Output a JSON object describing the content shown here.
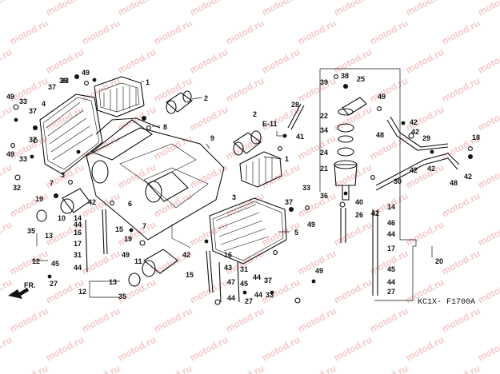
{
  "diagram": {
    "code": "KC1X- F1700A",
    "reference": "E-11",
    "direction_label": "FR.",
    "watermark": "motod.ru",
    "labels": [
      {
        "id": "l1a",
        "text": "1"
      },
      {
        "id": "l1b",
        "text": "1"
      },
      {
        "id": "l2a",
        "text": "2"
      },
      {
        "id": "l2b",
        "text": "2"
      },
      {
        "id": "l3a",
        "text": "3"
      },
      {
        "id": "l3b",
        "text": "3"
      },
      {
        "id": "l4",
        "text": "4"
      },
      {
        "id": "l5",
        "text": "5"
      },
      {
        "id": "l6",
        "text": "6"
      },
      {
        "id": "l7a",
        "text": "7"
      },
      {
        "id": "l7b",
        "text": "7"
      },
      {
        "id": "l8",
        "text": "8"
      },
      {
        "id": "l9",
        "text": "9"
      },
      {
        "id": "l10",
        "text": "10"
      },
      {
        "id": "l11",
        "text": "11"
      },
      {
        "id": "l12a",
        "text": "12"
      },
      {
        "id": "l12b",
        "text": "12"
      },
      {
        "id": "l13a",
        "text": "13"
      },
      {
        "id": "l13b",
        "text": "13"
      },
      {
        "id": "l14a",
        "text": "14"
      },
      {
        "id": "l14b",
        "text": "14"
      },
      {
        "id": "l15a",
        "text": "15"
      },
      {
        "id": "l15b",
        "text": "15"
      },
      {
        "id": "l16a",
        "text": "16"
      },
      {
        "id": "l16b",
        "text": "16"
      },
      {
        "id": "l17a",
        "text": "17"
      },
      {
        "id": "l17b",
        "text": "17"
      },
      {
        "id": "l18",
        "text": "18"
      },
      {
        "id": "l19a",
        "text": "19"
      },
      {
        "id": "l19b",
        "text": "19"
      },
      {
        "id": "l20",
        "text": "20"
      },
      {
        "id": "l21",
        "text": "21"
      },
      {
        "id": "l22",
        "text": "22"
      },
      {
        "id": "l24",
        "text": "24"
      },
      {
        "id": "l25",
        "text": "25"
      },
      {
        "id": "l26",
        "text": "26"
      },
      {
        "id": "l27a",
        "text": "27"
      },
      {
        "id": "l27b",
        "text": "27"
      },
      {
        "id": "l27c",
        "text": "27"
      },
      {
        "id": "l28",
        "text": "28"
      },
      {
        "id": "l29",
        "text": "29"
      },
      {
        "id": "l30",
        "text": "30"
      },
      {
        "id": "l31a",
        "text": "31"
      },
      {
        "id": "l31b",
        "text": "31"
      },
      {
        "id": "l32",
        "text": "32"
      },
      {
        "id": "l33a",
        "text": "33"
      },
      {
        "id": "l33b",
        "text": "33"
      },
      {
        "id": "l33c",
        "text": "33"
      },
      {
        "id": "l33d",
        "text": "33"
      },
      {
        "id": "l33e",
        "text": "33"
      },
      {
        "id": "l34",
        "text": "34"
      },
      {
        "id": "l35a",
        "text": "35"
      },
      {
        "id": "l35b",
        "text": "35"
      },
      {
        "id": "l36",
        "text": "36"
      },
      {
        "id": "l37a",
        "text": "37"
      },
      {
        "id": "l37b",
        "text": "37"
      },
      {
        "id": "l37c",
        "text": "37"
      },
      {
        "id": "l37d",
        "text": "37"
      },
      {
        "id": "l37e",
        "text": "37"
      },
      {
        "id": "l38a",
        "text": "38"
      },
      {
        "id": "l38b",
        "text": "38"
      },
      {
        "id": "l39",
        "text": "39"
      },
      {
        "id": "l40",
        "text": "40"
      },
      {
        "id": "l41",
        "text": "41"
      },
      {
        "id": "l42a",
        "text": "42"
      },
      {
        "id": "l42b",
        "text": "42"
      },
      {
        "id": "l42c",
        "text": "42"
      },
      {
        "id": "l42d",
        "text": "42"
      },
      {
        "id": "l42e",
        "text": "42"
      },
      {
        "id": "l42f",
        "text": "42"
      },
      {
        "id": "l42g",
        "text": "42"
      },
      {
        "id": "l42h",
        "text": "42"
      },
      {
        "id": "l43",
        "text": "43"
      },
      {
        "id": "l44a",
        "text": "44"
      },
      {
        "id": "l44b",
        "text": "44"
      },
      {
        "id": "l44c",
        "text": "44"
      },
      {
        "id": "l44d",
        "text": "44"
      },
      {
        "id": "l44e",
        "text": "44"
      },
      {
        "id": "l44f",
        "text": "44"
      },
      {
        "id": "l44g",
        "text": "44"
      },
      {
        "id": "l45a",
        "text": "45"
      },
      {
        "id": "l45b",
        "text": "45"
      },
      {
        "id": "l45c",
        "text": "45"
      },
      {
        "id": "l46",
        "text": "46"
      },
      {
        "id": "l47",
        "text": "47"
      },
      {
        "id": "l48a",
        "text": "48"
      },
      {
        "id": "l48b",
        "text": "48"
      },
      {
        "id": "l49a",
        "text": "49"
      },
      {
        "id": "l49b",
        "text": "49"
      },
      {
        "id": "l49c",
        "text": "49"
      },
      {
        "id": "l49d",
        "text": "49"
      },
      {
        "id": "l49e",
        "text": "49"
      },
      {
        "id": "l49f",
        "text": "49"
      },
      {
        "id": "l49g",
        "text": "49"
      }
    ]
  }
}
